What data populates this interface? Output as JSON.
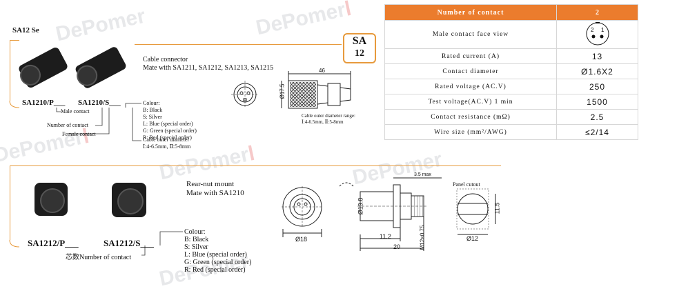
{
  "watermark": {
    "text_gray": "DePomer",
    "text_red": "l"
  },
  "section1": {
    "title": "SA12 Se",
    "badge_top": "SA",
    "badge_bottom": "12",
    "type_label": "Cable connector",
    "mate_label": "Mate with SA1211, SA1212, SA1213, SA1215",
    "part_male": "SA1210/P",
    "part_female": "SA1210/S",
    "male_label": "Male contact",
    "number_label": "Number of contact",
    "female_label": "Female contact",
    "colour_title": "Colour:",
    "colours": [
      "B: Black",
      "S: Silver",
      "L: Blue (special order)",
      "G: Green (special order)",
      "R: Red (special order)"
    ],
    "cable_od_title": "Cable outer diameter",
    "cable_od_values": "Ⅰ:4-6.5mm, Ⅱ:5-8mm",
    "dim_length": "46",
    "dim_dia": "Ø17.5",
    "range_title": "Cable outer diameter range:",
    "range_values": "Ⅰ:4-6.5mm, Ⅱ:5-8mm"
  },
  "section2": {
    "type_label": "Rear-nut mount",
    "mate_label": "Mate with SA1210",
    "part_male": "SA1212/P",
    "part_female": "SA1212/S",
    "number_prefix": "芯数",
    "number_label": "Number of contact",
    "colour_title": "Colour:",
    "colours": [
      "B: Black",
      "S: Silver",
      "L: Blue (special order)",
      "G: Green (special order)",
      "R: Red (special order)"
    ],
    "dim_face": "Ø18",
    "dim_13_8": "Ø13.8",
    "dim_11_2": "11.2",
    "dim_20": "20",
    "dim_3_5": "3.5 max",
    "dim_thread": "M12×0.75",
    "panel_title": "Panel cutout",
    "panel_w": "Ø12",
    "panel_h": "11.5"
  },
  "spec_table": {
    "header": [
      "Number of contact",
      "2"
    ],
    "rows": [
      {
        "label": "Male contact face view",
        "value": ""
      },
      {
        "label": "Rated current (A)",
        "value": "13"
      },
      {
        "label": "Contact diameter",
        "value": "Ø1.6X2"
      },
      {
        "label": "Rated voltage (AC.V)",
        "value": "250"
      },
      {
        "label": "Test voltage(AC.V) 1 min",
        "value": "1500"
      },
      {
        "label": "Contact resistance (mΩ)",
        "value": "2.5"
      },
      {
        "label": "Wire size (mm²/AWG)",
        "value": "≤2/14"
      }
    ],
    "face_pins": [
      "2",
      "1"
    ]
  }
}
